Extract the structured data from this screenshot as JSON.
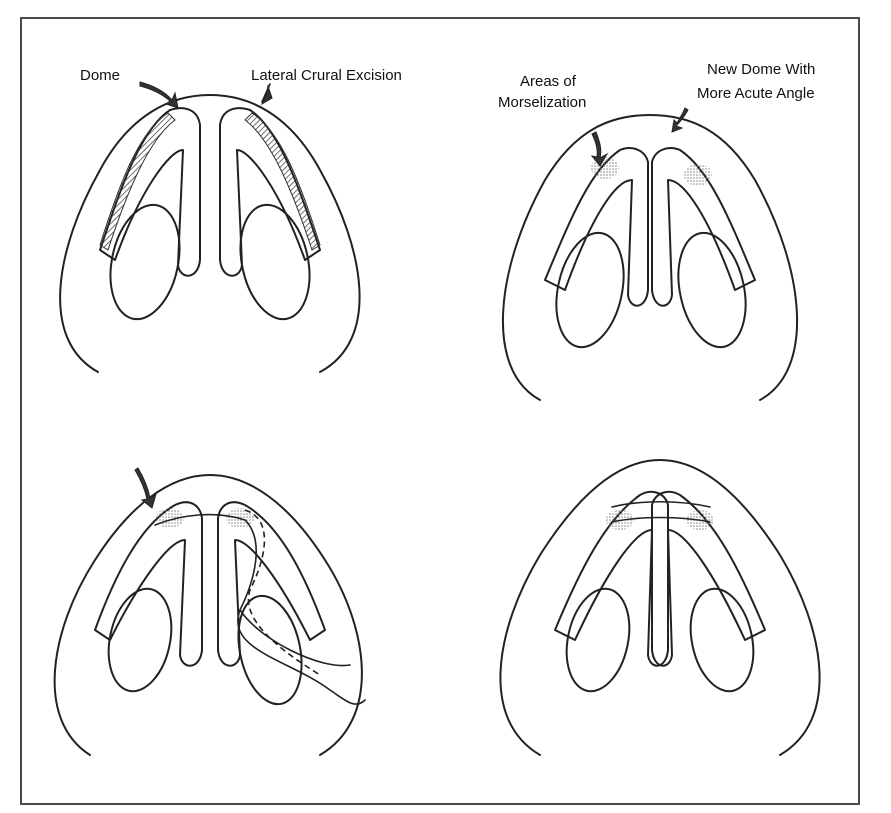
{
  "labels": {
    "dome": "Dome",
    "lateral_crural_excision": "Lateral Crural Excision",
    "areas_morselization_1": "Areas of",
    "areas_morselization_2": "Morselization",
    "new_dome_1": "New Dome With",
    "new_dome_2": "More Acute Angle"
  }
}
